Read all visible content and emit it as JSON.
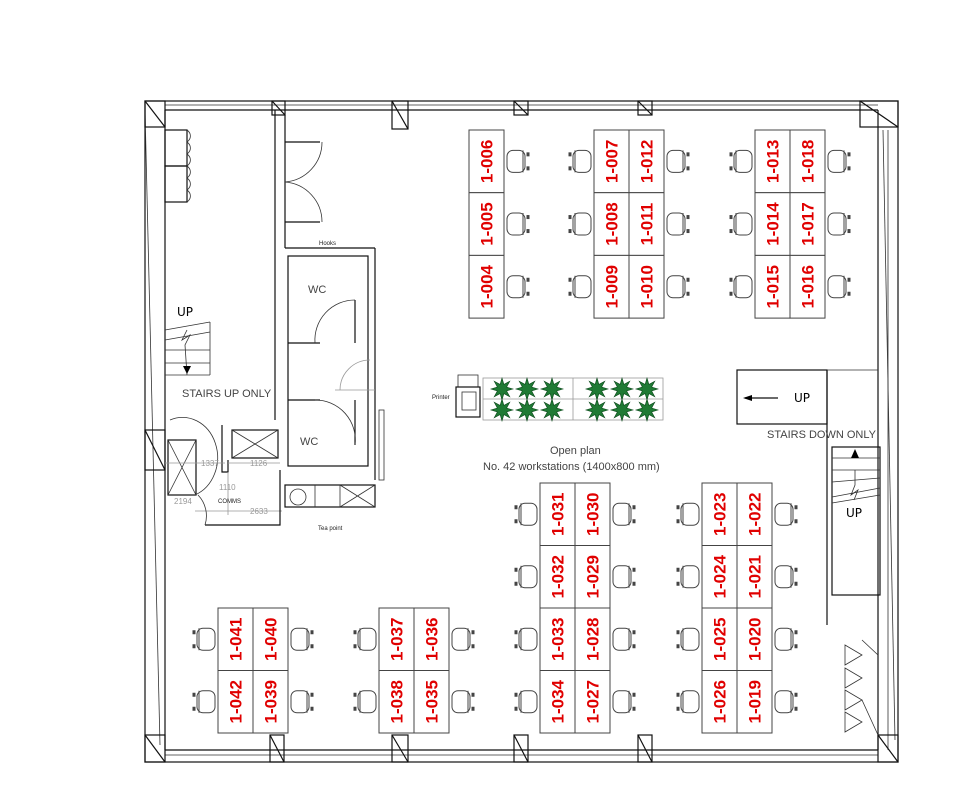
{
  "labels": {
    "stairs_up_only": "STAIRS UP ONLY",
    "stairs_down_only": "STAIRS DOWN ONLY",
    "up_left": "UP",
    "up_right_box": "UP",
    "up_right_stair": "UP",
    "wc_top": "WC",
    "wc_bottom": "WC",
    "hooks": "Hooks",
    "printer": "Printer",
    "tea_point": "Tea point",
    "comms": "COMMS",
    "open_plan": "Open plan",
    "workstations": "No. 42 workstations (1400x800 mm)"
  },
  "dimensions": {
    "d1337": "1337",
    "d1126": "1126",
    "d1110": "1110",
    "d2633": "2633",
    "d2194": "2194"
  },
  "colors": {
    "desk_label": "#e00000",
    "plant": "#1f7a34"
  },
  "desk_clusters": [
    {
      "columns": [
        [
          "1-006",
          "1-005",
          "1-004"
        ]
      ],
      "chairs": "right"
    },
    {
      "columns": [
        [
          "1-007",
          "1-008",
          "1-009"
        ],
        [
          "1-012",
          "1-011",
          "1-010"
        ]
      ],
      "chairs": "both"
    },
    {
      "columns": [
        [
          "1-013",
          "1-014",
          "1-015"
        ],
        [
          "1-018",
          "1-017",
          "1-016"
        ]
      ],
      "chairs": "both"
    },
    {
      "columns": [
        [
          "1-031",
          "1-032",
          "1-033",
          "1-034"
        ],
        [
          "1-030",
          "1-029",
          "1-028",
          "1-027"
        ]
      ],
      "chairs": "both"
    },
    {
      "columns": [
        [
          "1-023",
          "1-024",
          "1-025",
          "1-026"
        ],
        [
          "1-022",
          "1-021",
          "1-020",
          "1-019"
        ]
      ],
      "chairs": "both"
    },
    {
      "columns": [
        [
          "1-041",
          "1-042"
        ],
        [
          "1-040",
          "1-039"
        ]
      ],
      "chairs": "both"
    },
    {
      "columns": [
        [
          "1-037",
          "1-038"
        ],
        [
          "1-036",
          "1-035"
        ]
      ],
      "chairs": "both"
    }
  ]
}
